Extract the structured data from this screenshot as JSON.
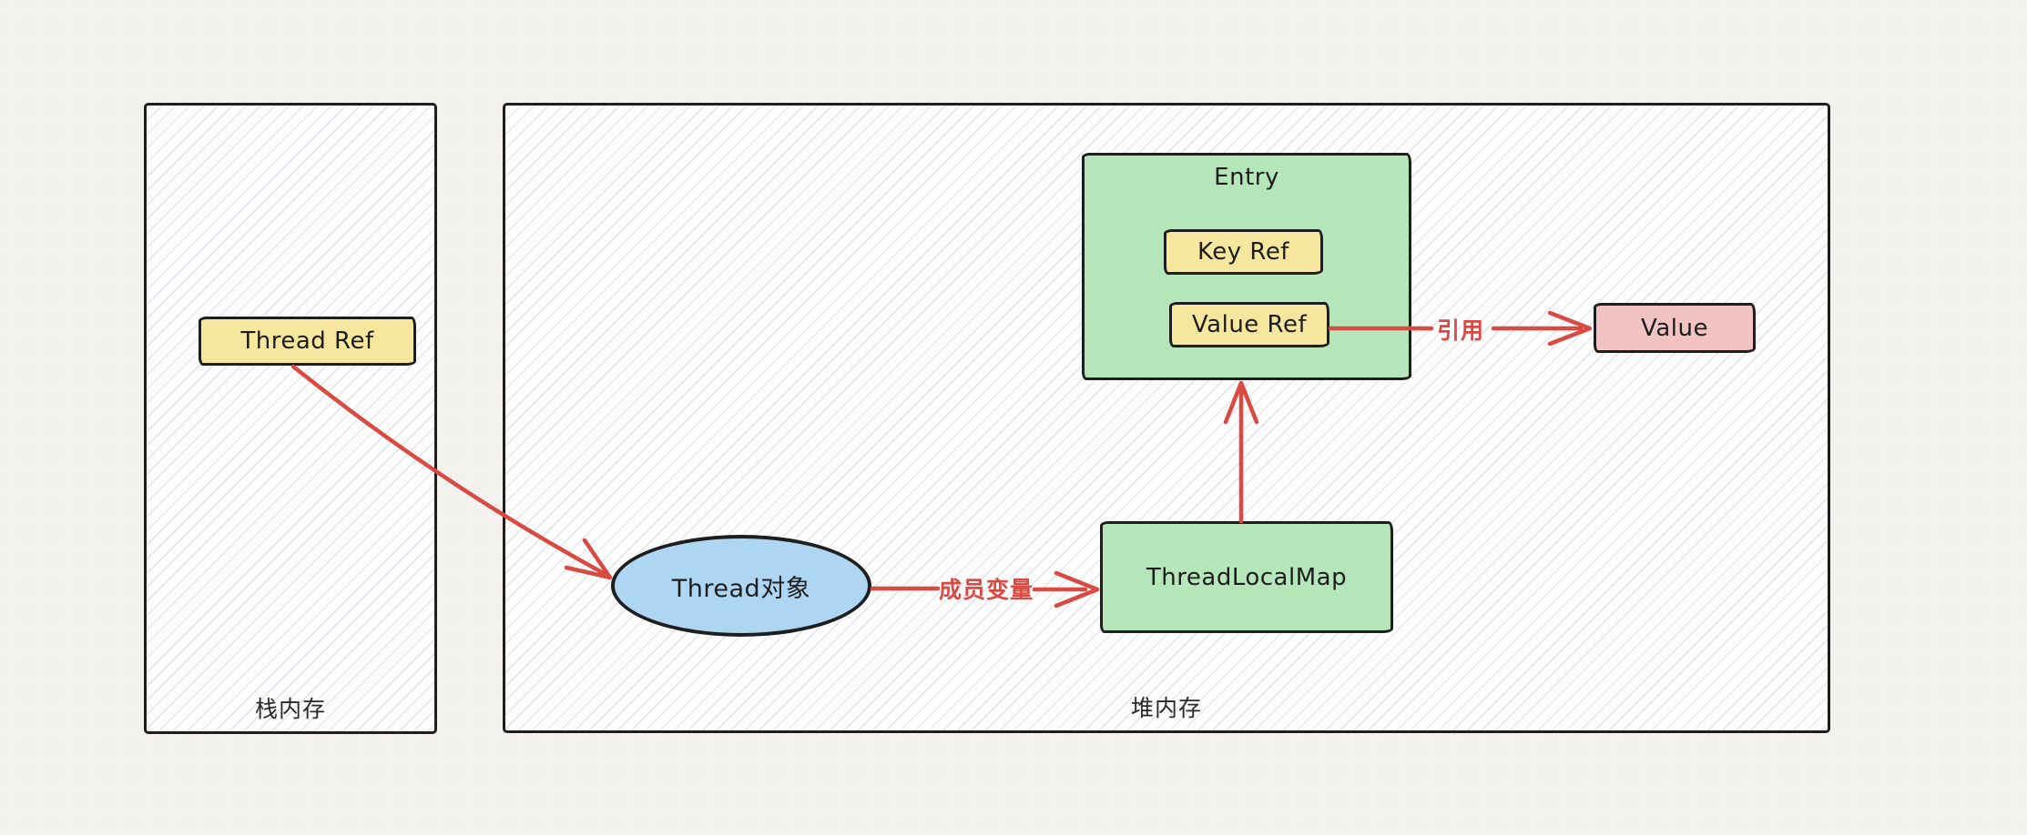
{
  "regions": {
    "stack": {
      "label": "栈内存"
    },
    "heap": {
      "label": "堆内存"
    }
  },
  "nodes": {
    "thread_ref": {
      "label": "Thread Ref",
      "fill": "#f7e79e"
    },
    "thread_object": {
      "label": "Thread对象",
      "fill": "#aed6f2"
    },
    "thread_local_map": {
      "label": "ThreadLocalMap",
      "fill": "#b5e6ba"
    },
    "entry": {
      "label": "Entry",
      "fill": "#b5e6ba"
    },
    "key_ref": {
      "label": "Key Ref",
      "fill": "#f7e79e"
    },
    "value_ref": {
      "label": "Value Ref",
      "fill": "#f7e79e"
    },
    "value": {
      "label": "Value",
      "fill": "#f2c3c3"
    }
  },
  "edges": {
    "thread_ref_to_thread_object": {
      "label": ""
    },
    "thread_object_to_map": {
      "label": "成员变量"
    },
    "map_to_entry": {
      "label": ""
    },
    "value_ref_to_value": {
      "label": "引用"
    }
  },
  "colors": {
    "arrow": "#d84a42",
    "border": "#1e1e1e"
  }
}
